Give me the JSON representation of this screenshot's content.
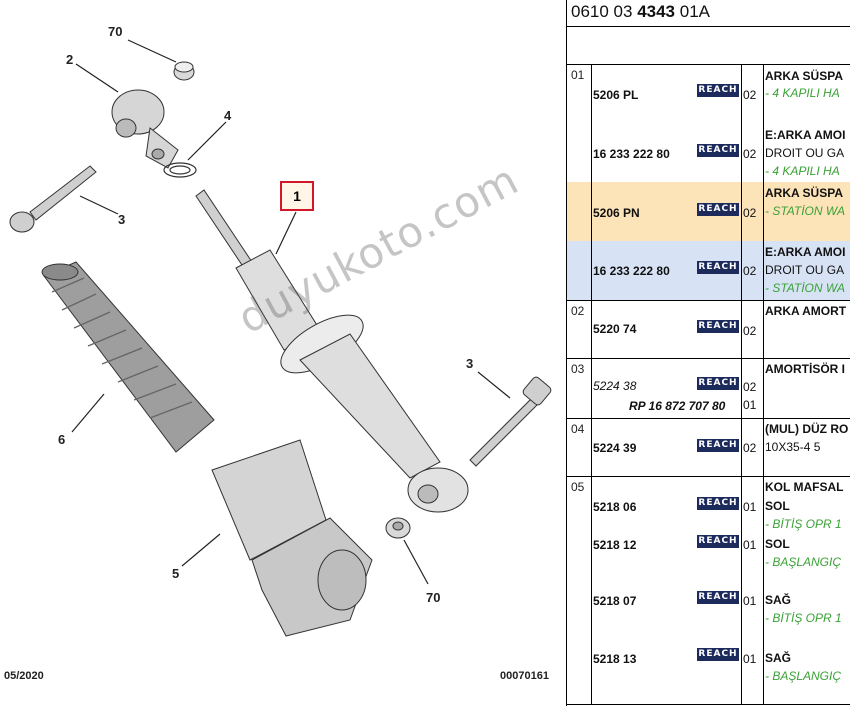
{
  "diagram": {
    "callouts": {
      "n70_top": "70",
      "n2": "2",
      "n4": "4",
      "n3_left": "3",
      "n1": "1",
      "n6": "6",
      "n5": "5",
      "n3_right": "3",
      "n70_bottom": "70"
    },
    "watermark": "duyukoto.com",
    "date": "05/2020",
    "drawing_code": "00070161",
    "colors": {
      "highlight_box": "#d3172a",
      "part_fill": "#dcdcdc"
    }
  },
  "table": {
    "reference_prefix": "0610 03 ",
    "reference_bold": "4343",
    "reference_suffix": " 01A",
    "reach_label": "REACH",
    "colors": {
      "orange_band": "#fce3b8",
      "blue_band": "#d7e3f5",
      "green_text": "#3aa236",
      "reach_badge": "#1c2a5c"
    },
    "rows": [
      {
        "group": "01",
        "part": "5206 PL",
        "qty": "02",
        "desc": [
          "ARKA SÜSPA",
          "- 4 KAPILI HA"
        ]
      },
      {
        "part": "16 233 222 80",
        "qty": "02",
        "desc": [
          "E:ARKA AMOI",
          "DROIT OU GA",
          "- 4 KAPILI HA"
        ]
      },
      {
        "part": "5206 PN",
        "qty": "02",
        "desc": [
          "ARKA SÜSPA",
          "- STATİON WA"
        ]
      },
      {
        "part": "16 233 222 80",
        "qty": "02",
        "desc": [
          "E:ARKA AMOI",
          "DROIT OU GA",
          "- STATİON WA"
        ]
      },
      {
        "group": "02",
        "part": "5220 74",
        "qty": "02",
        "desc": [
          "ARKA AMORT"
        ]
      },
      {
        "group": "03",
        "part": "5224 38",
        "qty": "02",
        "qty2": "01",
        "rp": "RP 16 872 707 80",
        "desc": [
          "AMORTİSÖR I"
        ]
      },
      {
        "group": "04",
        "part": "5224 39",
        "qty": "02",
        "desc": [
          "(MUL) DÜZ RO",
          "10X35-4 5"
        ]
      },
      {
        "group": "05",
        "part": "5218 06",
        "qty": "01",
        "desc": [
          "KOL MAFSAL",
          "SOL",
          "- BİTİŞ OPR 1"
        ]
      },
      {
        "part": "5218 12",
        "qty": "01",
        "desc": [
          "SOL",
          "- BAŞLANGIÇ"
        ]
      },
      {
        "part": "5218 07",
        "qty": "01",
        "desc": [
          "SAĞ",
          "- BİTİŞ OPR 1"
        ]
      },
      {
        "part": "5218 13",
        "qty": "01",
        "desc": [
          "SAĞ",
          "- BAŞLANGIÇ"
        ]
      }
    ]
  }
}
